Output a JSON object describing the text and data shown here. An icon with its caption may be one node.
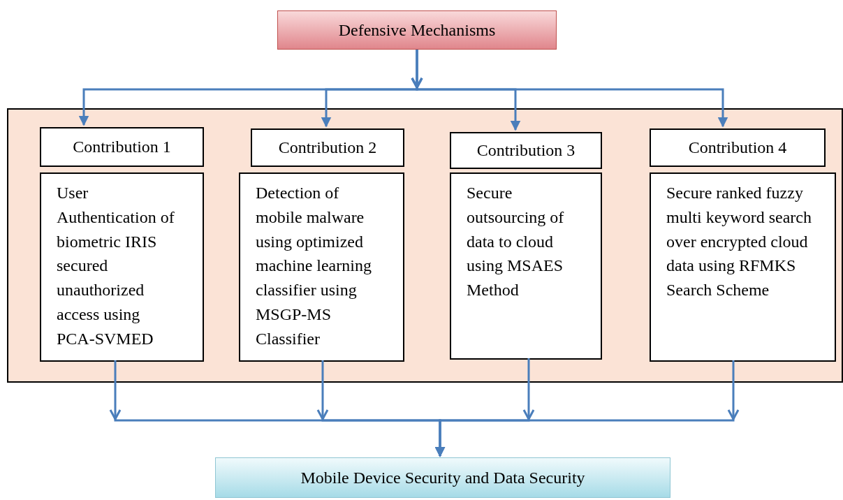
{
  "diagram": {
    "nodes": [
      {
        "text": [
          "Defensive Mechanisms"
        ]
      },
      {
        "text": [],
        "shape": "box"
      },
      {
        "text": [
          "Contribution 1"
        ],
        "in": 1
      },
      {
        "text": [
          "Contribution 2"
        ],
        "in": 1
      },
      {
        "text": [
          "Contribution 3"
        ],
        "in": 1
      },
      {
        "text": [
          "Contribution 4"
        ],
        "in": 1
      },
      {
        "text": [
          "User Authentication of biometric IRIS secured unauthorized access using PCA-SVMED"
        ],
        "in": 1
      },
      {
        "text": [
          "Detection of mobile malware using optimized machine learning classifier using MSGP-MS Classifier"
        ],
        "in": 1
      },
      {
        "text": [
          "Secure outsourcing of data to cloud using MSAES Method"
        ],
        "in": 1
      },
      {
        "text": [
          "Secure ranked fuzzy multi keyword search over encrypted cloud data using RFMKS Search Scheme"
        ],
        "in": 1
      },
      {
        "text": [
          "Mobile Device Security and Data Security"
        ]
      }
    ],
    "edges": [
      {
        "from": 0,
        "to": 2,
        "arrow": "to"
      },
      {
        "from": 0,
        "to": 3,
        "arrow": "to"
      },
      {
        "from": 0,
        "to": 4,
        "arrow": "to"
      },
      {
        "from": 0,
        "to": 5,
        "arrow": "to"
      },
      {
        "from": 6,
        "to": 10,
        "arrow": "to"
      },
      {
        "from": 7,
        "to": 10,
        "arrow": "to"
      },
      {
        "from": 8,
        "to": 10,
        "arrow": "to"
      },
      {
        "from": 9,
        "to": 10,
        "arrow": "to"
      }
    ]
  }
}
